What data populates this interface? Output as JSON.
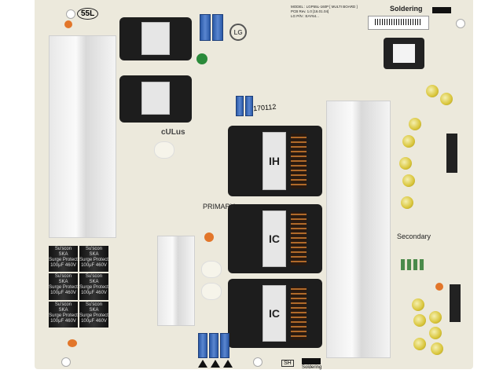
{
  "board": {
    "size_mark": "55L",
    "primary_label": "PRIMARY",
    "secondary_label": "Secondary",
    "soldering_top": "Soldering",
    "soldering_bottom": "Soldering",
    "sh_mark": "SH",
    "date_code": "170112",
    "model_text": "MODEL : LGP55L-160P [ MULTI BOARD ]",
    "pcb_rev": "PCB Rev. 1.0 [16.01.04]",
    "lg_pn": "LG P/N : EAY64...",
    "brand_logo": "LG",
    "ul_mark": "cULus",
    "transformer_marks": [
      "IH",
      "IC",
      "IC"
    ],
    "capacitors": [
      {
        "brand": "Su'scon",
        "series": "SKA",
        "note": "Surge Protect",
        "rating": "100μF 460V"
      },
      {
        "brand": "Su'scon",
        "series": "SKA",
        "note": "Surge Protect",
        "rating": "100μF 460V"
      },
      {
        "brand": "Su'scon",
        "series": "SKA",
        "note": "Surge Protect",
        "rating": "100μF 460V"
      },
      {
        "brand": "Su'scon",
        "series": "SKA",
        "note": "Surge Protect",
        "rating": "100μF 460V"
      },
      {
        "brand": "Su'scon",
        "series": "SKA",
        "note": "Surge Protect",
        "rating": "100μF 460V"
      },
      {
        "brand": "Su'scon",
        "series": "SKA",
        "note": "Surge Protect",
        "rating": "100μF 460V"
      }
    ]
  },
  "colors": {
    "board": "#ece9dc",
    "heatsink": "#eeeeee",
    "transformer": "#1d1d1d",
    "cap_yellow": "#d9c53a",
    "cap_blue": "#2b5aa8",
    "cap_orange": "#e2762a"
  }
}
